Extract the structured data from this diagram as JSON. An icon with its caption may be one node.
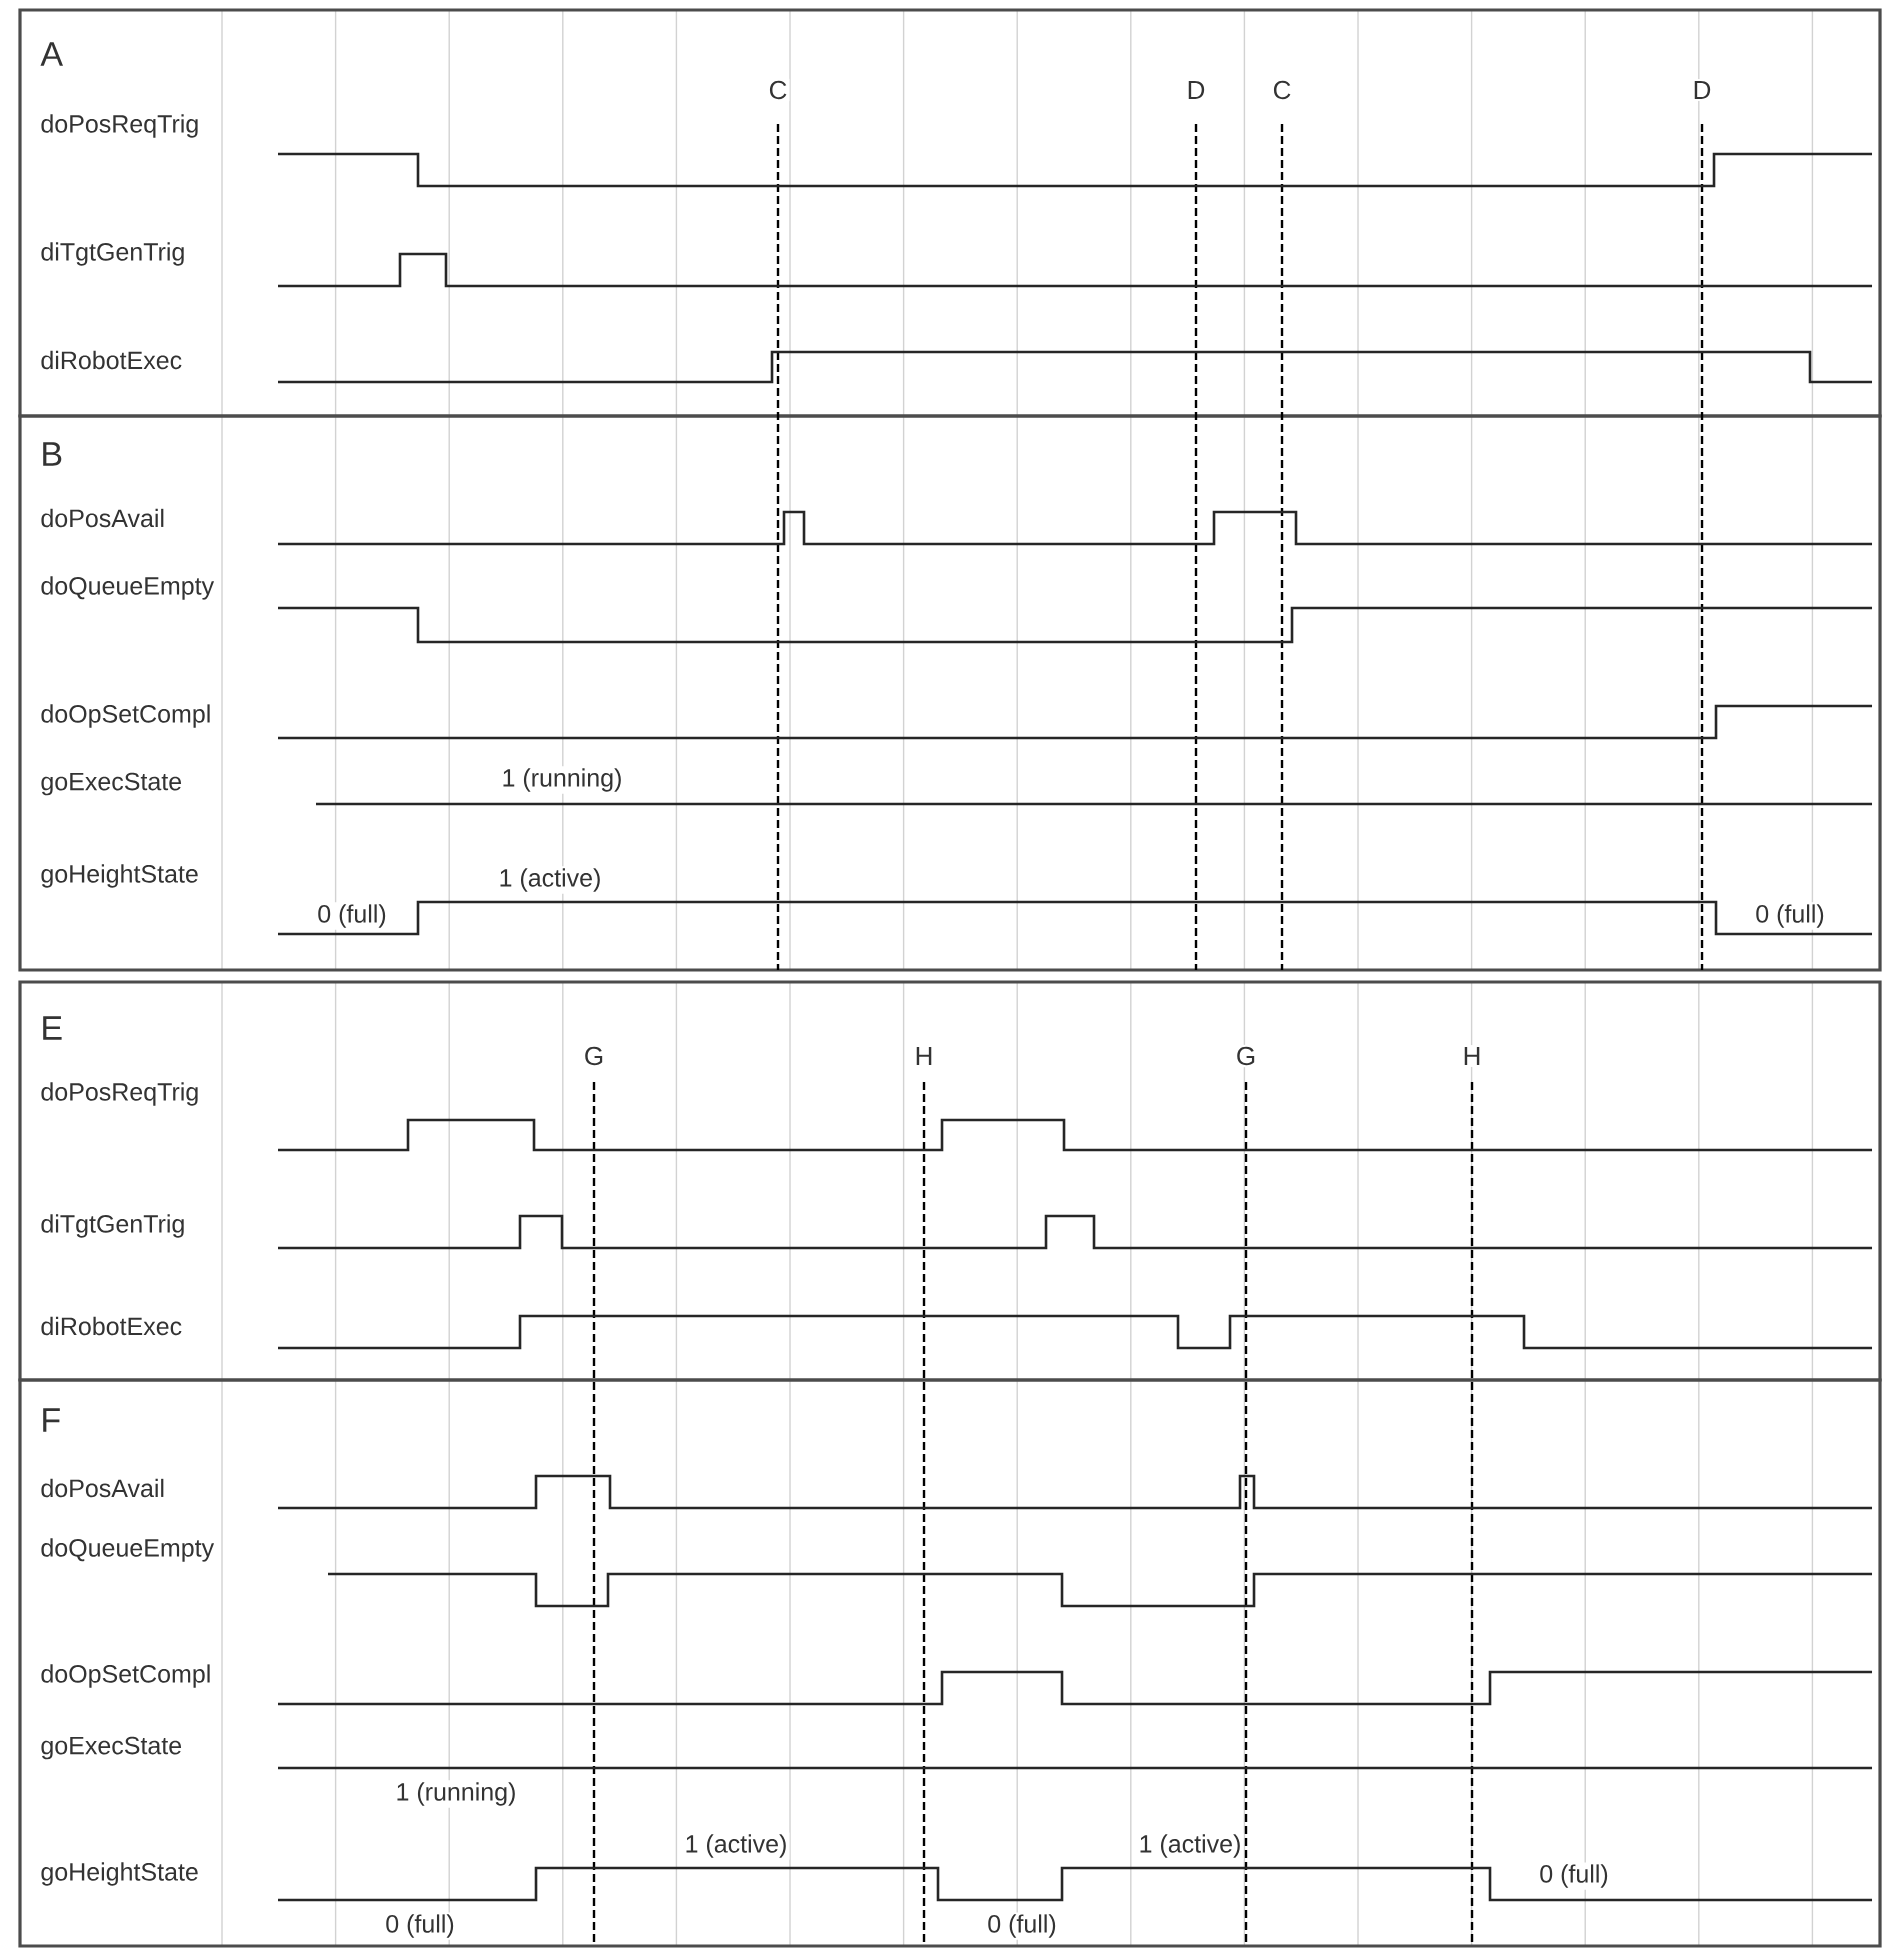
{
  "diagram": {
    "labels": [
      "A",
      "C",
      "D",
      "C",
      "D",
      "doPosReqTrig",
      "diTgtGenTrig",
      "diRobotExec",
      "B",
      "doPosAvail",
      "doQueueEmpty",
      "doOpSetCompl",
      "goExecState",
      "1 (running)",
      "goHeightState",
      "1 (active)",
      "0 (full)",
      "0 (full)",
      "E",
      "G",
      "H",
      "G",
      "H",
      "doPosReqTrig",
      "diTgtGenTrig",
      "diRobotExec",
      "F",
      "doPosAvail",
      "doQueueEmpty",
      "doOpSetCompl",
      "goExecState",
      "1 (running)",
      "1 (active)",
      "1 (active)",
      "goHeightState",
      "0 (full)",
      "0 (full)",
      "0 (full)"
    ]
  }
}
